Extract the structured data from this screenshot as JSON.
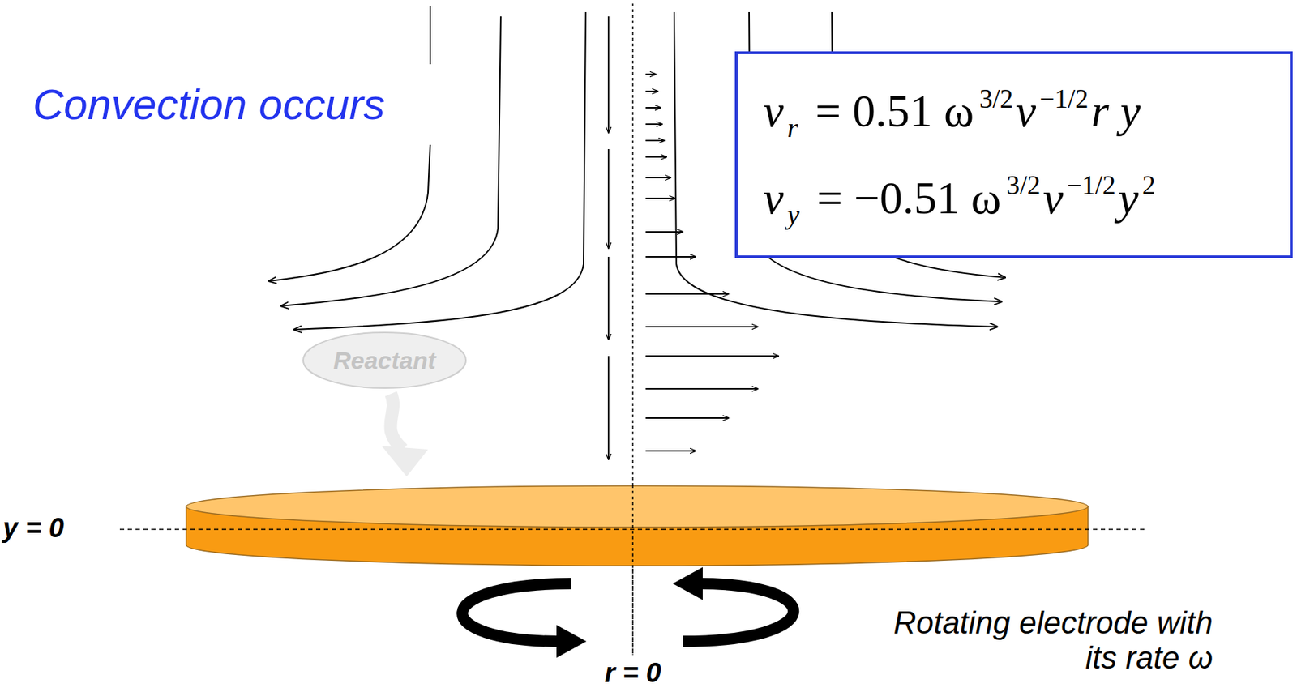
{
  "diagram": {
    "nodes": [
      {
        "text": [
          "v",
          "r",
          "= 0.51 ω",
          "3/2",
          "ν",
          "−1/2",
          "r y",
          "v",
          "y",
          "= −0.51 ω",
          "3/2",
          "ν",
          "−1/2",
          "y",
          "2"
        ]
      },
      {
        "text": [
          "Reactant"
        ]
      }
    ],
    "labels": [
      "Convection occurs",
      "y = 0",
      "r = 0",
      "Rotating electrode with its rate ω"
    ]
  }
}
